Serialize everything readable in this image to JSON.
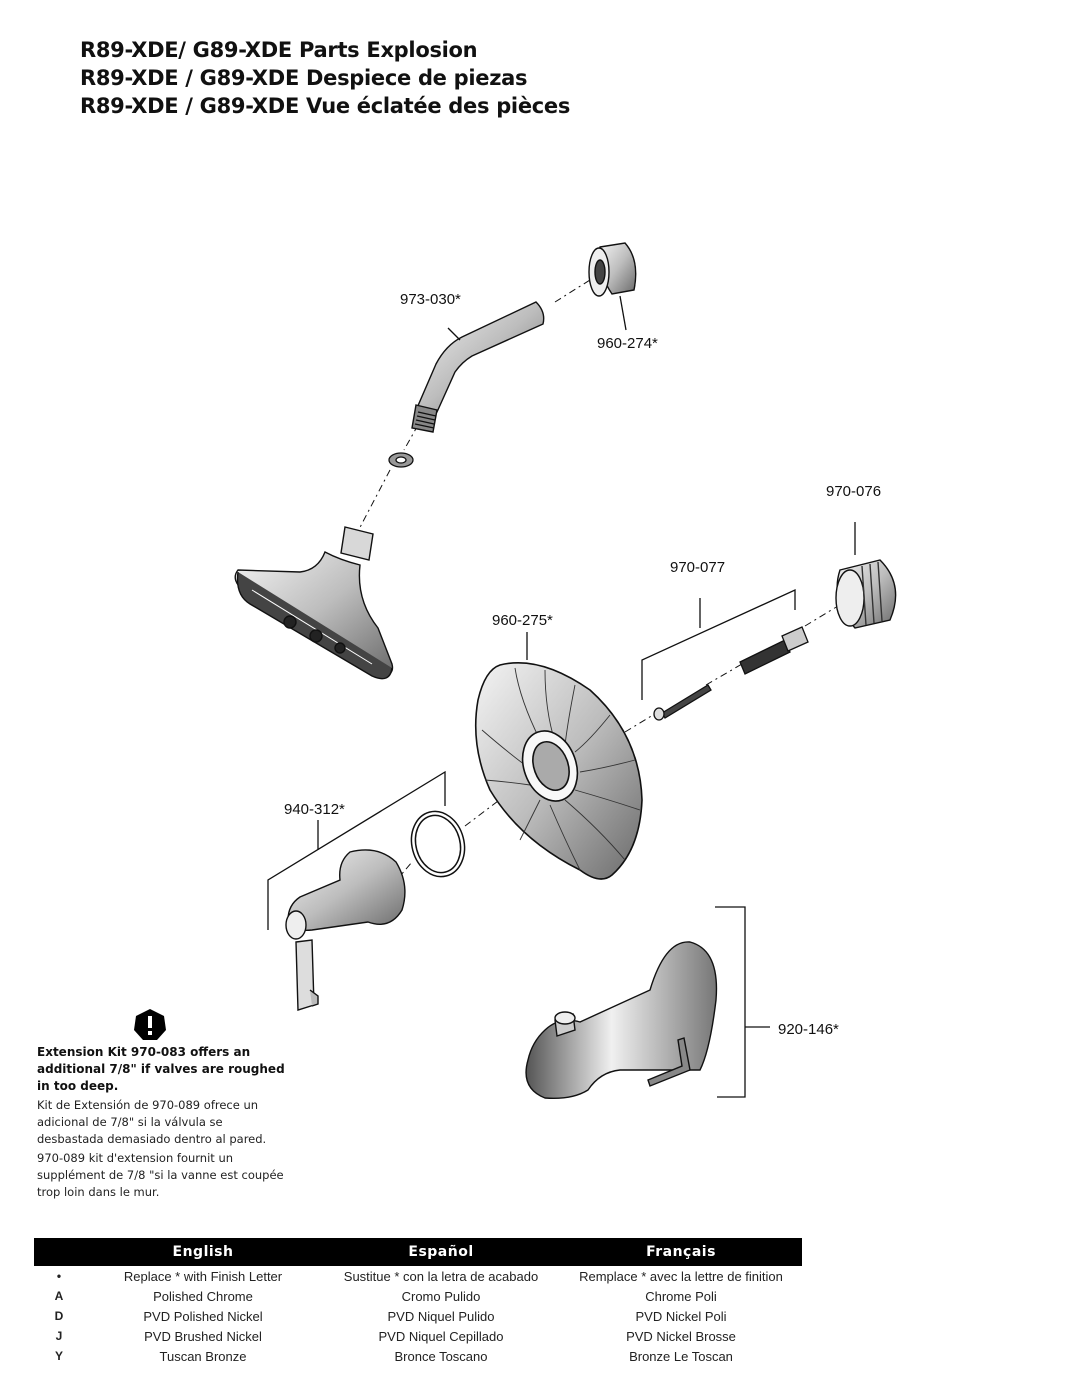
{
  "titles": [
    "R89-XDE/ G89-XDE Parts Explosion",
    "R89-XDE / G89-XDE Despiece de piezas",
    "R89-XDE / G89-XDE Vue éclatée des pièces"
  ],
  "part_labels": {
    "shower_arm": "973-030*",
    "flange": "960-274*",
    "stop_tube": "970-076",
    "screws": "970-077",
    "escutcheon": "960-275*",
    "handle": "940-312*",
    "tub_spout": "920-146*"
  },
  "notice": {
    "icon": "exclamation-icon",
    "text_en": "Extension Kit 970-083 offers an additional 7/8\" if valves are roughed in too deep.",
    "text_es": "Kit de Extensión de 970-089 ofrece un adicional de 7/8\" si la válvula se desbastada demasiado dentro al pared.",
    "text_fr": "970-089 kit d'extension fournit un supplément de 7/8 \"si la vanne est coupée trop loin dans le mur."
  },
  "finish_table": {
    "headers": [
      "",
      "English",
      "Español",
      "Français"
    ],
    "rows": [
      [
        "•",
        "Replace * with Finish Letter",
        "Sustitue * con la letra de acabado",
        "Remplace * avec la lettre de finition"
      ],
      [
        "A",
        "Polished Chrome",
        "Cromo Pulido",
        "Chrome Poli"
      ],
      [
        "D",
        "PVD Polished Nickel",
        "PVD Niquel Pulido",
        "PVD Nickel Poli"
      ],
      [
        "J",
        "PVD Brushed Nickel",
        "PVD Niquel Cepillado",
        "PVD Nickel Brosse"
      ],
      [
        "Y",
        "Tuscan Bronze",
        "Bronce Toscano",
        "Bronze Le Toscan"
      ]
    ]
  },
  "colors": {
    "ink": "#111111",
    "header_bg": "#000000",
    "header_text": "#ffffff",
    "notice_icon": "#000000"
  }
}
